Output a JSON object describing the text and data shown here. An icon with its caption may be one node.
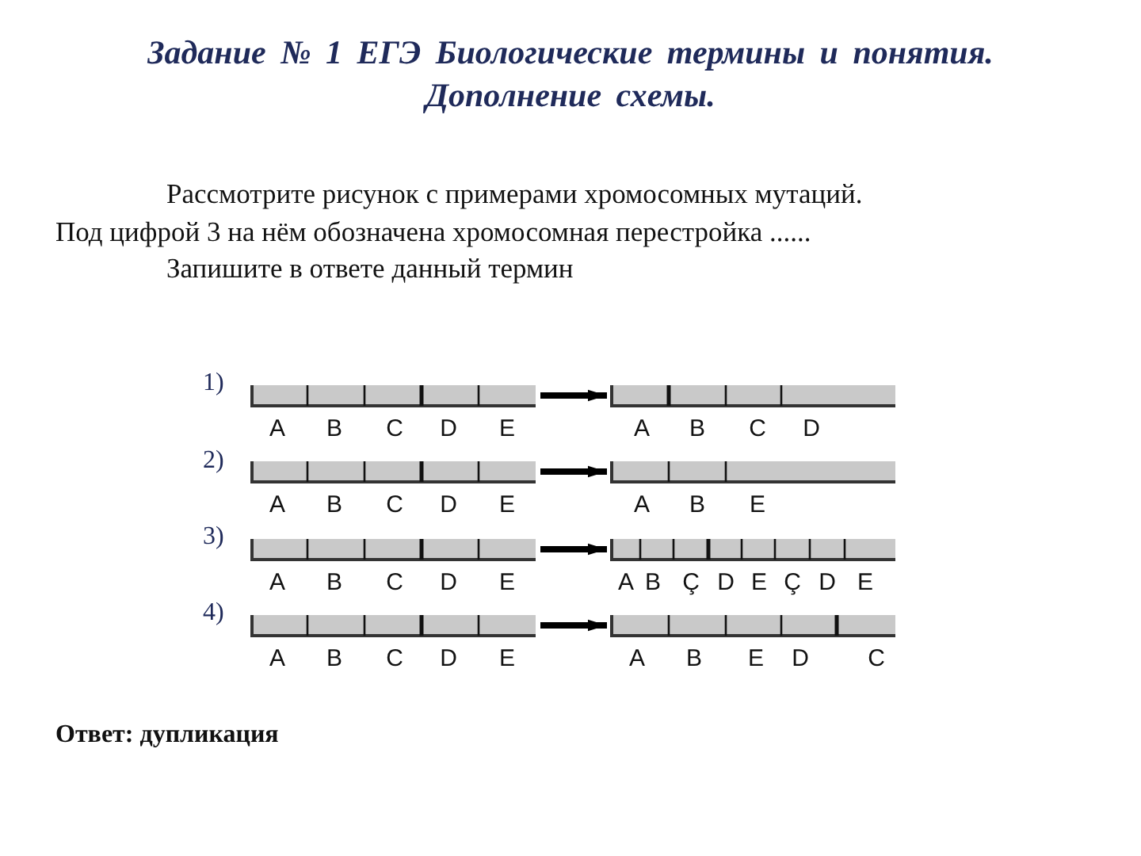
{
  "diagram": {
    "title": "Задание № 1 ЕГЭ Биологические термины и понятия. Дополнение схемы.",
    "nodes": [
      {
        "text": [],
        "shape": "bar",
        "beside": [
          "A",
          "B",
          "C",
          "D",
          "E"
        ]
      },
      {
        "text": [],
        "shape": "bar",
        "beside": [
          "A",
          "B",
          "C",
          "D"
        ]
      },
      {
        "text": [],
        "shape": "bar",
        "beside": [
          "A",
          "B",
          "C",
          "D",
          "E"
        ]
      },
      {
        "text": [],
        "shape": "bar",
        "beside": [
          "A",
          "B",
          "E"
        ]
      },
      {
        "text": [],
        "shape": "bar",
        "beside": [
          "A",
          "B",
          "C",
          "D",
          "E"
        ]
      },
      {
        "text": [],
        "shape": "bar",
        "beside": [
          "A",
          "B",
          "Ç",
          "D",
          "E",
          "Ç",
          "D",
          "E"
        ]
      },
      {
        "text": [],
        "shape": "bar",
        "beside": [
          "A",
          "B",
          "C",
          "D",
          "E"
        ]
      },
      {
        "text": [],
        "shape": "bar",
        "beside": [
          "A",
          "B",
          "E",
          "D",
          "C"
        ]
      }
    ],
    "edges": [
      {
        "from": 0,
        "to": 1,
        "arrow": "to"
      },
      {
        "from": 2,
        "to": 3,
        "arrow": "to"
      },
      {
        "from": 4,
        "to": 5,
        "arrow": "to"
      },
      {
        "from": 6,
        "to": 7,
        "arrow": "to"
      }
    ],
    "labels": [
      "Рассмотрите рисунок с примерами хромосомных мутаций.",
      "Под цифрой 3 на нём обозначена хромосомная перестройка ......",
      "Запишите в ответе данный термин",
      "1)",
      "2)",
      "3)",
      "4)",
      "Ответ: дупликация"
    ]
  }
}
